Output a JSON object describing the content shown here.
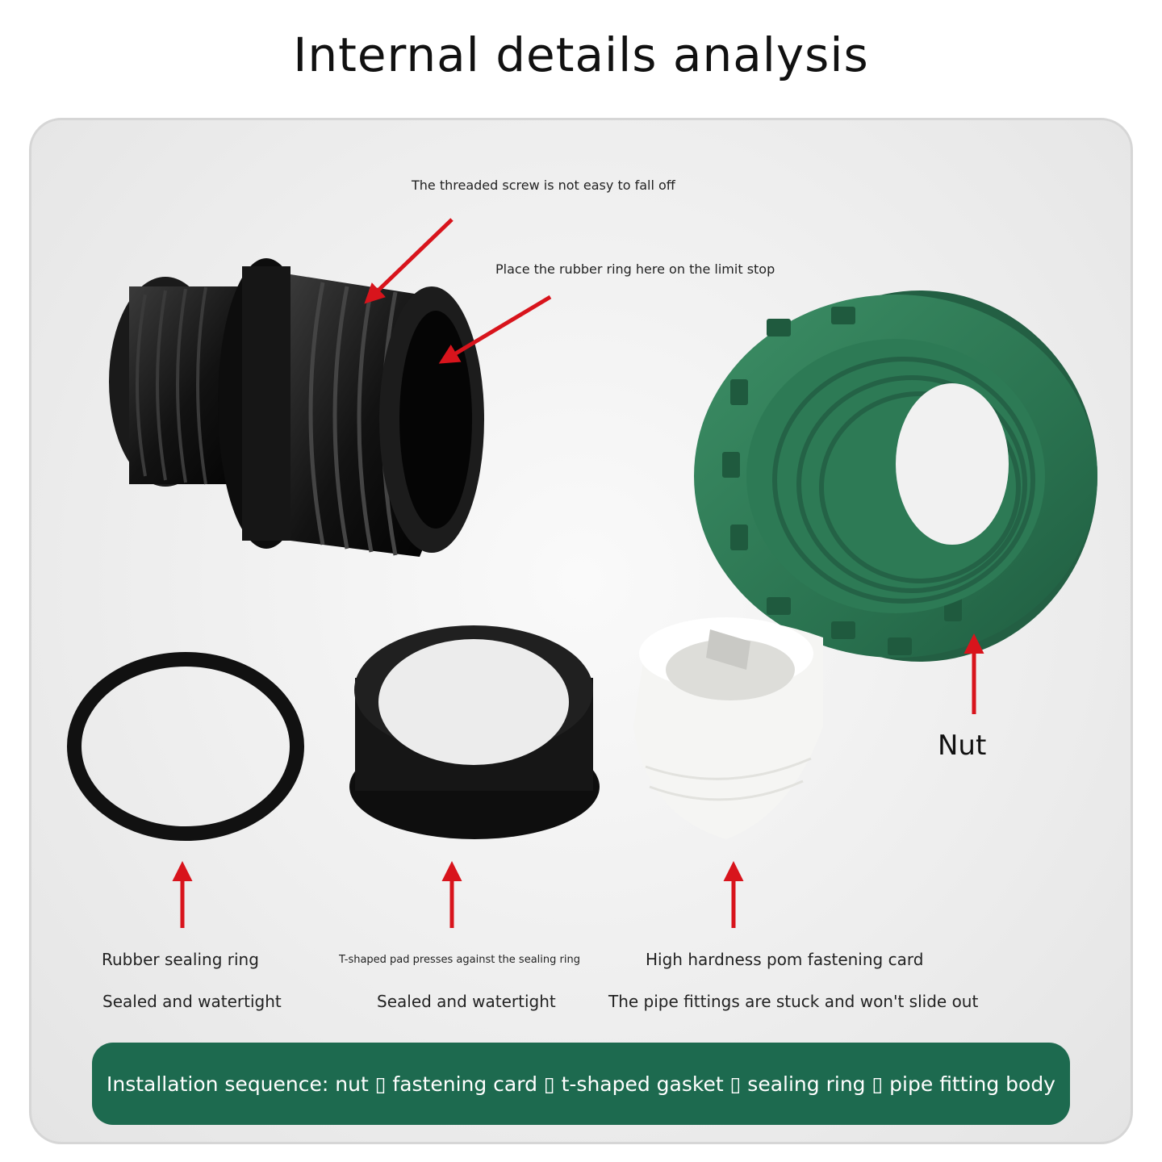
{
  "title": "Internal details analysis",
  "callouts": {
    "thread": "The threaded screw is not easy to fall off",
    "limit_stop": "Place the rubber ring here on the limit stop",
    "nut": "Nut"
  },
  "parts": [
    {
      "name": "Rubber sealing ring",
      "desc": "Sealed and watertight"
    },
    {
      "name": "T-shaped pad presses against the sealing ring",
      "desc": "Sealed and watertight"
    },
    {
      "name": "High hardness pom fastening card",
      "desc": "The pipe fittings are stuck and won't slide out"
    }
  ],
  "banner": "Installation sequence: nut ▯ fastening card ▯ t-shaped gasket ▯ sealing ring ▯ pipe fitting body",
  "colors": {
    "arrow": "#d8141c",
    "banner": "#1d6a4f",
    "nut": "#2e7a55",
    "fitting": "#141414",
    "card": "#f4f4f2"
  }
}
